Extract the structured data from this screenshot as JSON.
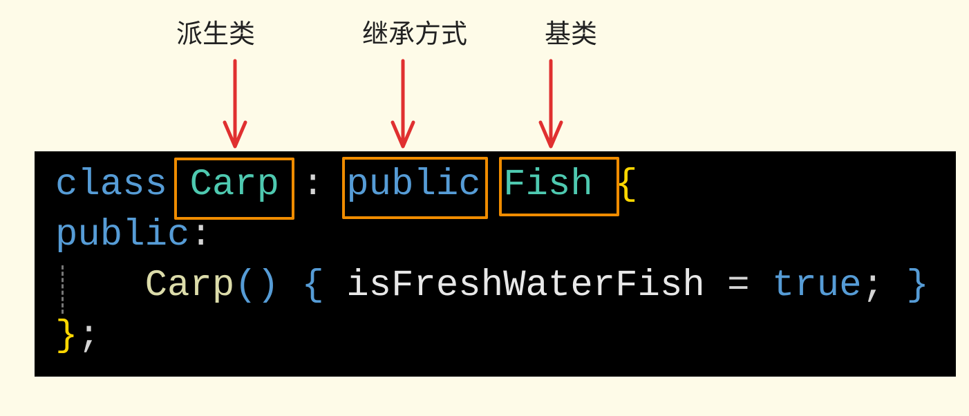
{
  "annotations": [
    {
      "label": "派生类"
    },
    {
      "label": "继承方式"
    },
    {
      "label": "基类"
    }
  ],
  "code": {
    "line1": {
      "kw_class": "class",
      "derived": "Carp",
      "colon": " : ",
      "access": "public",
      "base": "Fish",
      "brace": "{"
    },
    "line2": {
      "kw_public": "public",
      "colon": ":"
    },
    "line3": {
      "ctor": "Carp",
      "parens": "()",
      "open": "{",
      "member": "isFreshWaterFish",
      "eq": " = ",
      "val": "true",
      "semi": ";",
      "close": "}"
    },
    "line4": {
      "brace": "}",
      "semi": ";"
    }
  },
  "colors": {
    "highlight_box": "#f08c00",
    "arrow": "#e03030",
    "background": "#fefbe8"
  }
}
